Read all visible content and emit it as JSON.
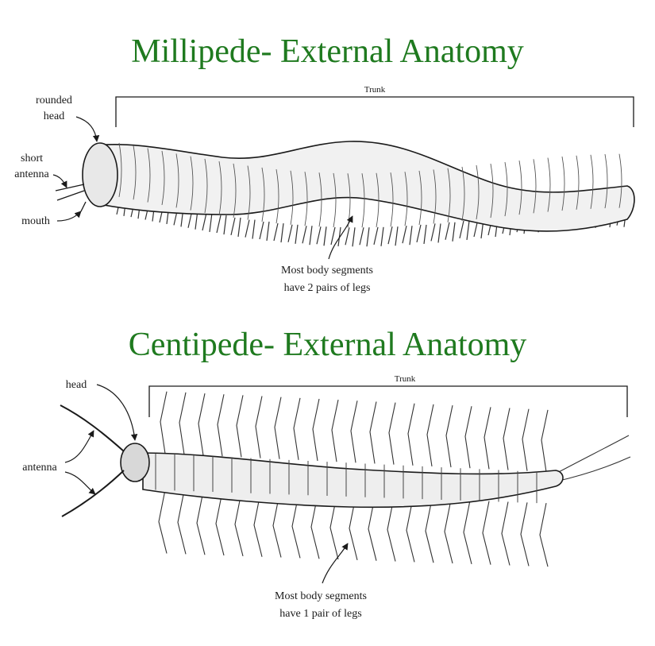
{
  "colors": {
    "title": "#1f7a1f",
    "ink": "#1a1a1a",
    "body": "#f1f1f1"
  },
  "millipede": {
    "title": "Millipede- External Anatomy",
    "trunk_label": "Trunk",
    "head_label": [
      "rounded",
      "head"
    ],
    "antenna_label": [
      "short",
      "antenna"
    ],
    "mouth_label": "mouth",
    "legs_label": [
      "Most body segments",
      "have 2 pairs of legs"
    ]
  },
  "centipede": {
    "title": "Centipede- External Anatomy",
    "trunk_label": "Trunk",
    "head_label": "head",
    "antenna_label": "antenna",
    "legs_label": [
      "Most body segments",
      "have 1 pair of legs"
    ]
  }
}
